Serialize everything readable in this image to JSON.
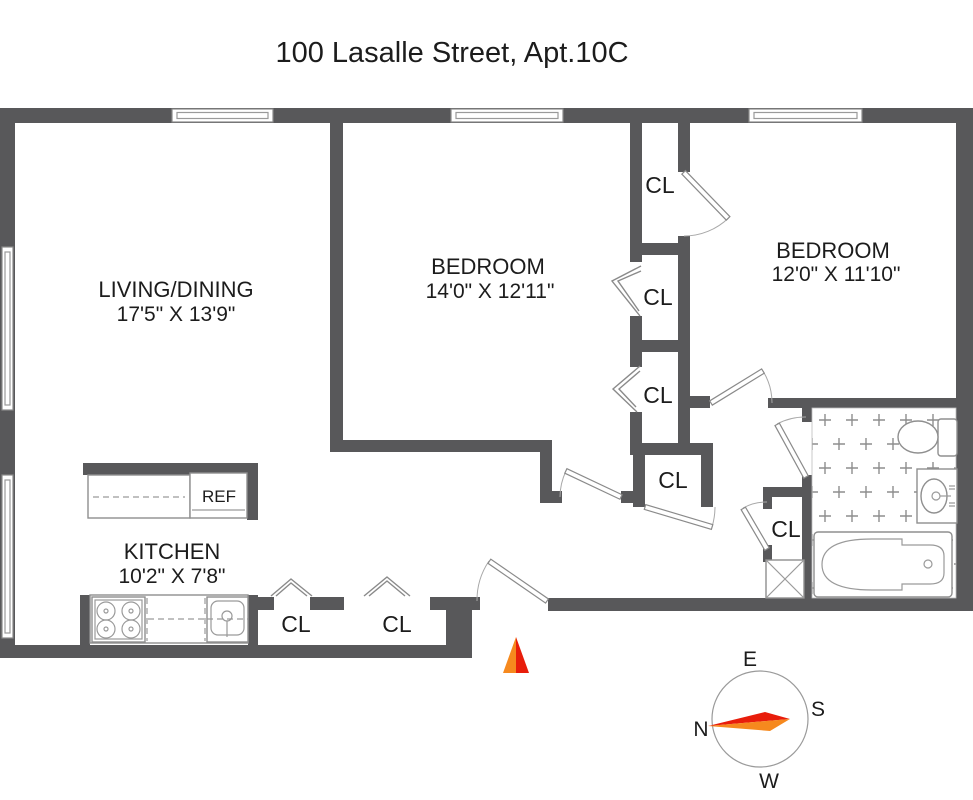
{
  "header": {
    "title": "100 Lasalle Street, Apt.10C"
  },
  "rooms": {
    "living": {
      "name": "LIVING/DINING",
      "dims": "17'5\" X 13'9\""
    },
    "bedroom1": {
      "name": "BEDROOM",
      "dims": "14'0\" X 12'11\""
    },
    "bedroom2": {
      "name": "BEDROOM",
      "dims": "12'0\" X 11'10\""
    },
    "kitchen": {
      "name": "KITCHEN",
      "dims": "10'2\" X 7'8\""
    }
  },
  "closet_label": "CL",
  "fixtures": {
    "refrigerator": "REF"
  },
  "compass": {
    "north": "N",
    "south": "S",
    "east": "E",
    "west": "W"
  },
  "colors": {
    "wall": "#58585a",
    "compass_text": "#e04510",
    "needle_red": "#e81d0b",
    "needle_orange": "#f6891e"
  }
}
